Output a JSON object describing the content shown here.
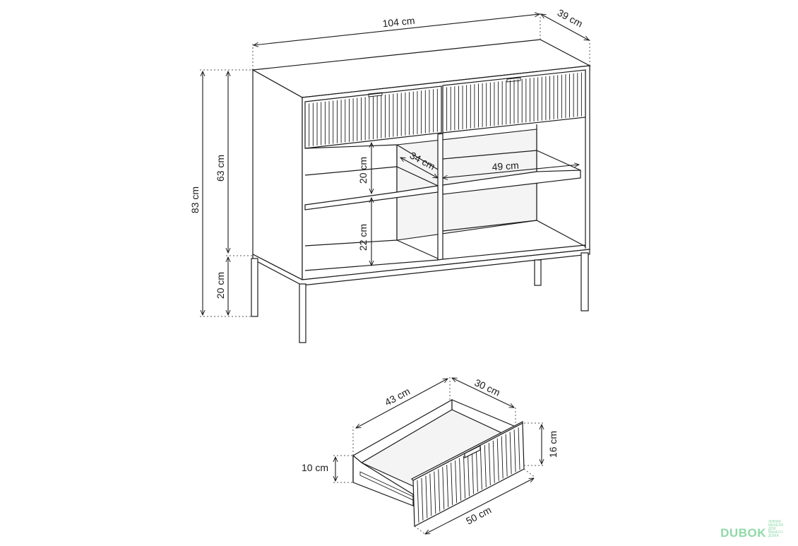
{
  "dimensions": {
    "width": "104 cm",
    "depth": "39 cm",
    "total_height": "83 cm",
    "body_height": "63 cm",
    "leg_height": "20 cm",
    "upper_shelf_height": "20 cm",
    "lower_shelf_height": "22 cm",
    "shelf_depth": "34 cm",
    "shelf_width": "49 cm",
    "drawer_inner_width": "43 cm",
    "drawer_inner_depth": "30 cm",
    "drawer_front_height": "16 cm",
    "drawer_box_height": "10 cm",
    "drawer_front_width": "50 cm"
  },
  "brand": {
    "name": "DUBOK",
    "tagline": "ЛИНИЯ МЕБЕЛИ ДЛЯ ВАШЕГО ДОМА"
  },
  "colors": {
    "line": "#1a1a1a",
    "brand": "#8fd9a8"
  }
}
